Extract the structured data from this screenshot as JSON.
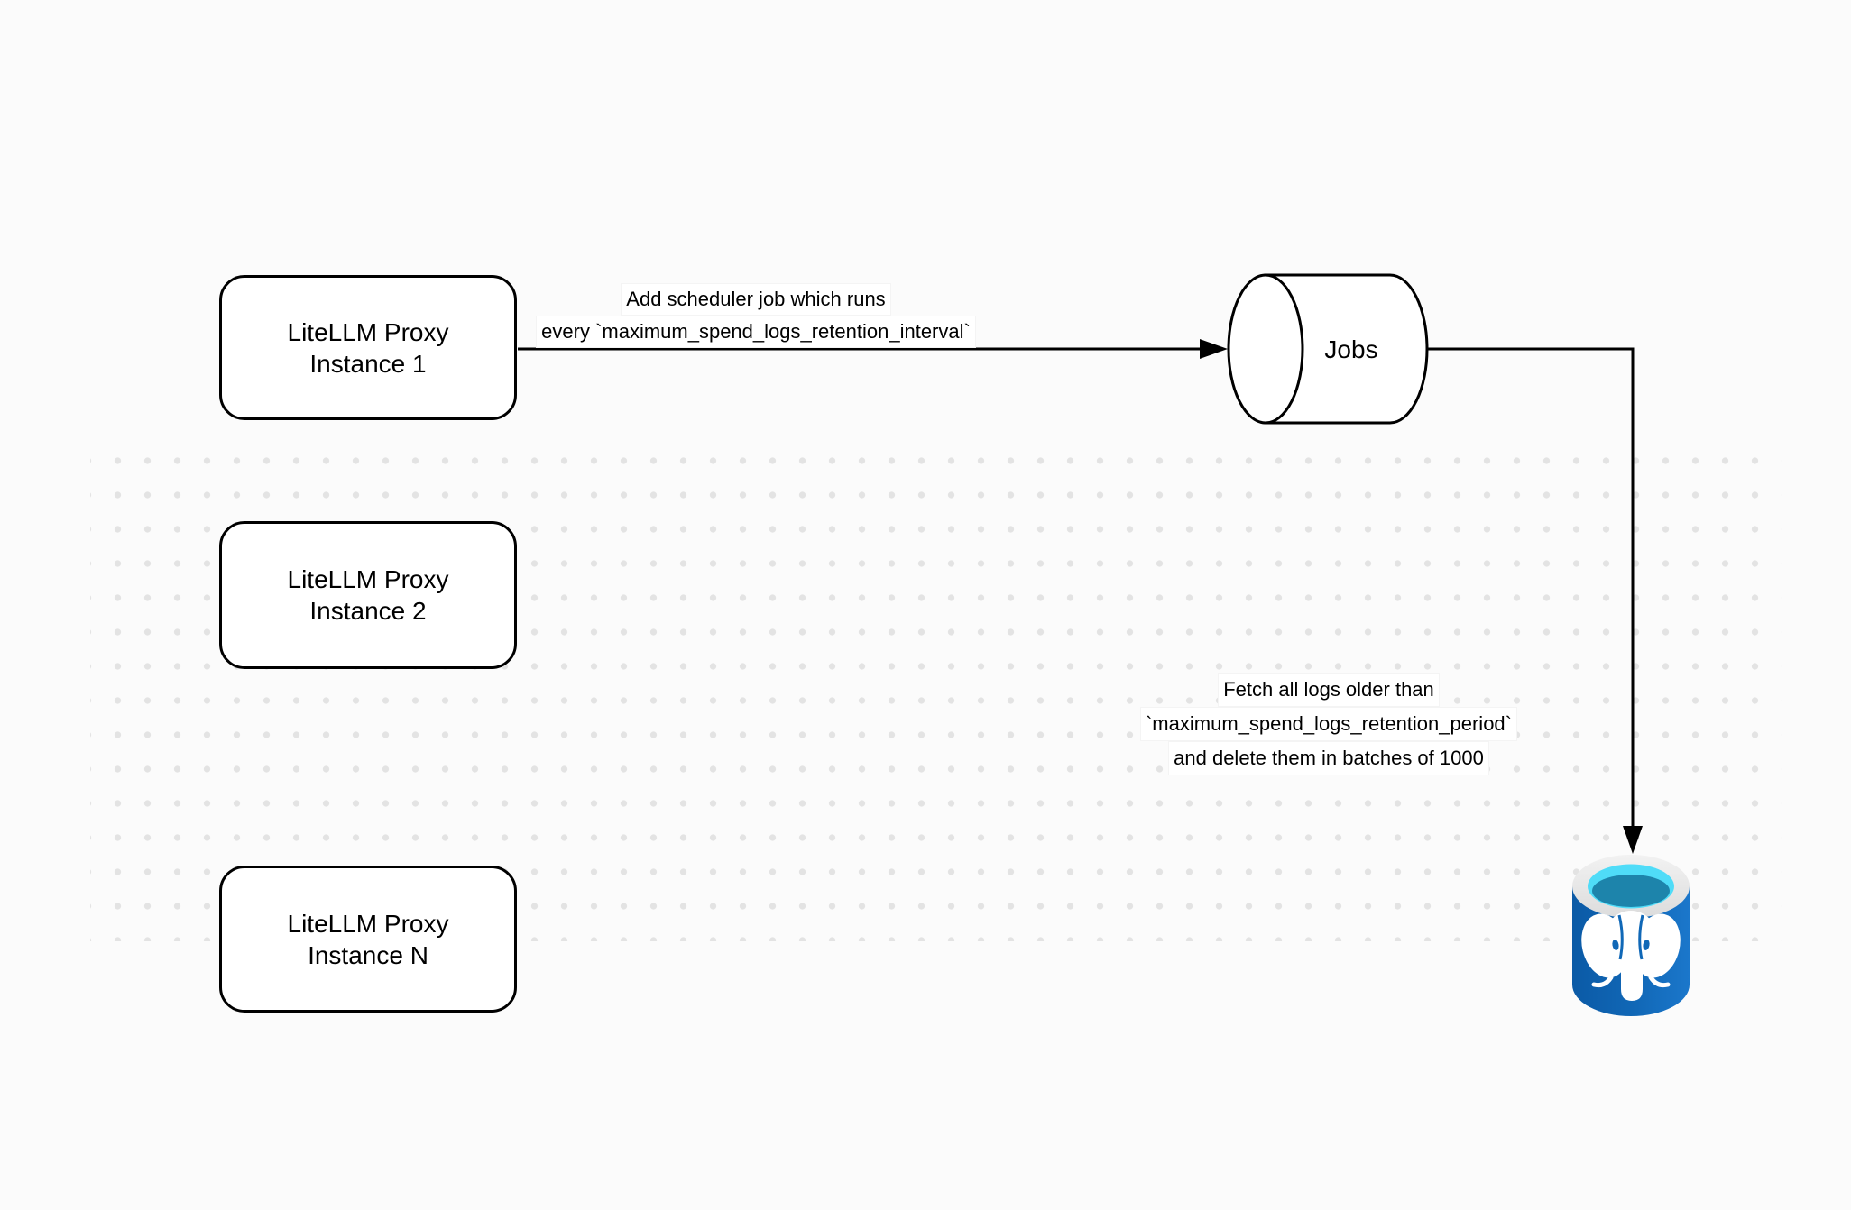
{
  "nodes": {
    "instance1": {
      "label": "LiteLLM Proxy\nInstance 1"
    },
    "instance2": {
      "label": "LiteLLM Proxy\nInstance 2"
    },
    "instanceN": {
      "label": "LiteLLM Proxy\nInstance N"
    },
    "jobs": {
      "label": "Jobs"
    }
  },
  "edges": {
    "scheduler": {
      "line1": "Add scheduler job which runs",
      "line2": "every `maximum_spend_logs_retention_interval`"
    },
    "fetch": {
      "line1": "Fetch all logs older than",
      "line2": "`maximum_spend_logs_retention_period`",
      "line3": "and delete them in batches of 1000"
    }
  },
  "icons": {
    "database": "postgresql-database-icon",
    "queue": "jobs-queue-cylinder"
  },
  "colors": {
    "stroke": "#000000",
    "node_fill": "#ffffff",
    "background": "#fbfbfb",
    "grid_dot": "#e3e3e3",
    "pg_body_left": "#0b5aa6",
    "pg_body_right": "#1b77cb",
    "pg_rim_light": "#f2f2f2",
    "pg_rim_dark": "#dcdcdc",
    "pg_water_light": "#4fdcf8",
    "pg_water_dark": "#1d84ab",
    "pg_detail_blue": "#1068b7"
  }
}
